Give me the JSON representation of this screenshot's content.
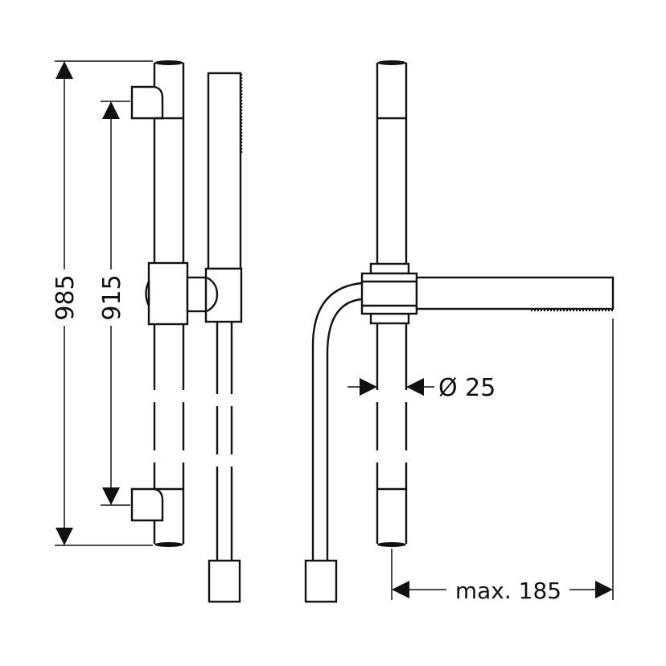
{
  "dimensions": {
    "overall_height": "985",
    "bracket_spacing": "915",
    "rail_diameter": "Ø 25",
    "max_projection": "max. 185"
  },
  "colors": {
    "line": "#111111",
    "background": "#ffffff"
  }
}
